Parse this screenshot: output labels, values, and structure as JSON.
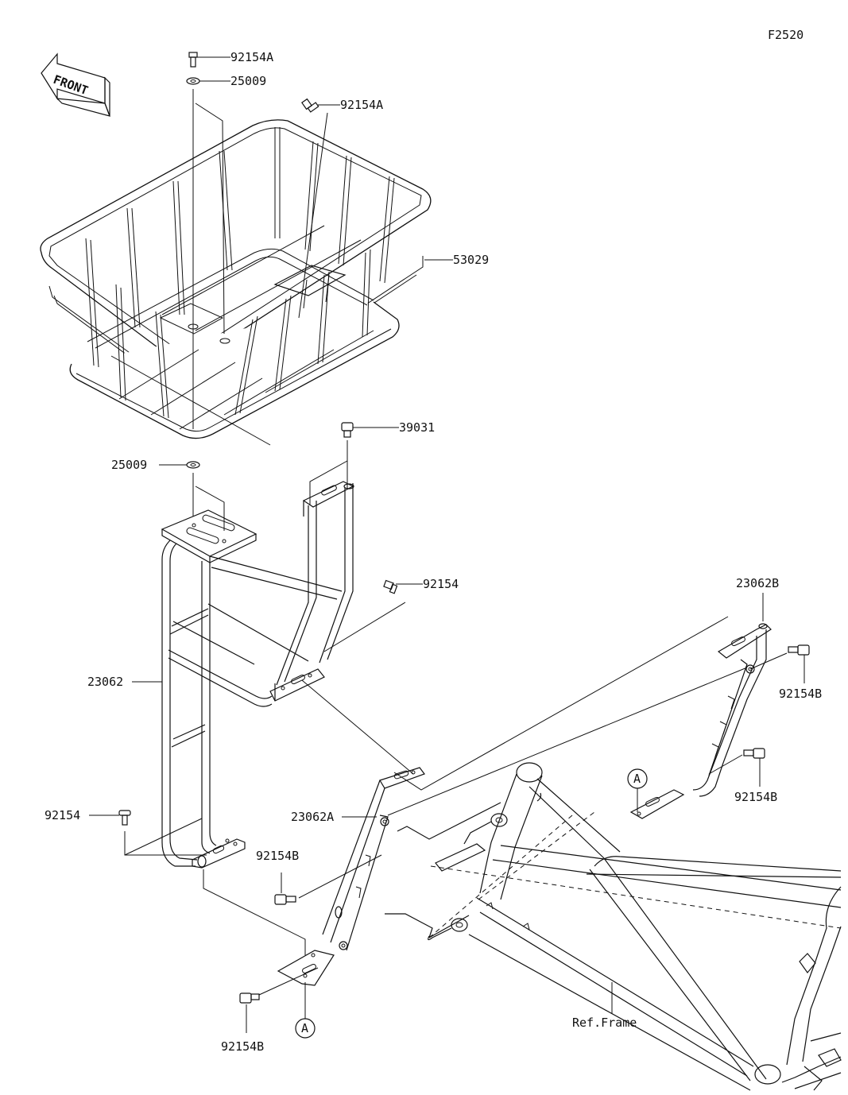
{
  "figure_code": "F2520",
  "front_label": "FRONT",
  "parts": {
    "bolt_top": "92154A",
    "washer_top": "25009",
    "bolt_top_right": "92154A",
    "basket": "53029",
    "cap": "39031",
    "washer_lower": "25009",
    "bolt_mid": "92154",
    "carrier": "23062",
    "bolt_left": "92154",
    "bracket_left": "23062A",
    "bolt_left_bracket": "92154B",
    "bolt_bottom": "92154B",
    "bracket_right": "23062B",
    "bolt_right_upper": "92154B",
    "bolt_right_lower": "92154B"
  },
  "callouts": {
    "ref_a_left": "A",
    "ref_a_right": "A"
  },
  "ref_frame": "Ref.Frame"
}
